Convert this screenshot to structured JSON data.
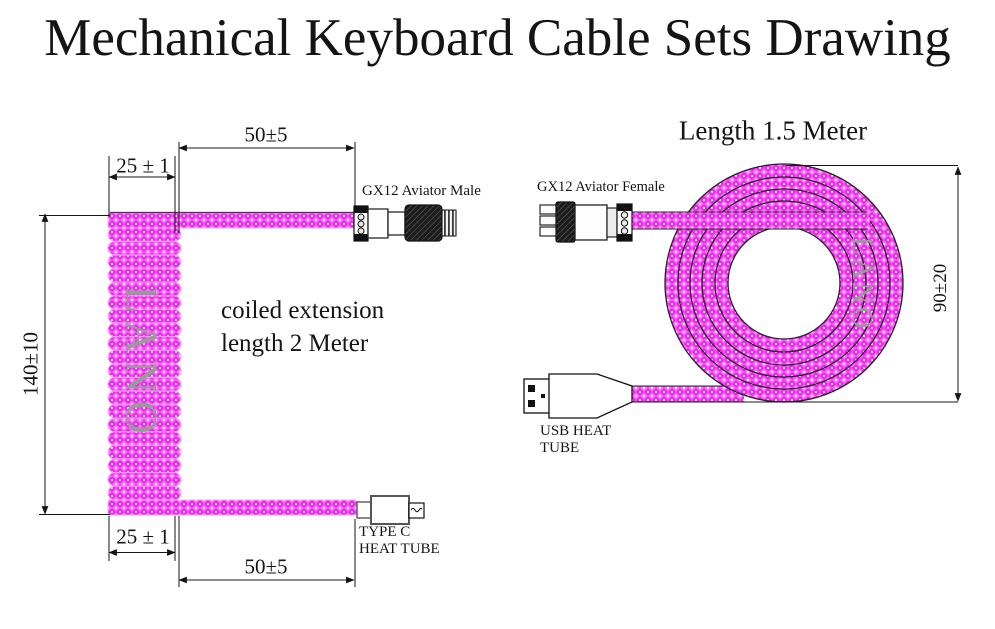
{
  "title": "Mechanical Keyboard Cable Sets Drawing",
  "left_figure": {
    "note_line1": "coiled extension",
    "note_line2": "length 2 Meter",
    "dim_top_outer": "50±5",
    "dim_top_inner": "25 ± 1",
    "dim_height": "140±10",
    "dim_bottom_inner": "25 ± 1",
    "dim_bottom_outer": "50±5",
    "connector_top_label": "GX12 Aviator Male",
    "connector_bottom_label_line1": "TYPE C",
    "connector_bottom_label_line2": "HEAT TUBE",
    "watermark": "LANO"
  },
  "right_figure": {
    "title": "Length 1.5 Meter",
    "connector_left_label": "GX12 Aviator Female",
    "dim_height": "90±20",
    "usb_label_line1": "USB HEAT",
    "usb_label_line2": "TUBE",
    "watermark": "LANO"
  },
  "colors": {
    "cable_base": "#f020f0",
    "cable_light": "#ff69ff",
    "cable_dot": "#ffffff",
    "watermark_gray": "#9a9a9a",
    "line_black": "#141414"
  }
}
